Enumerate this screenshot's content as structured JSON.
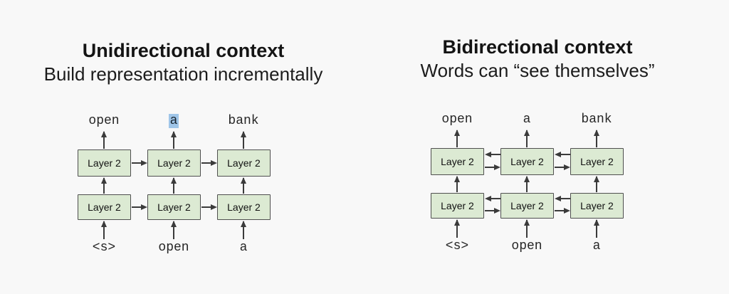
{
  "slide": {
    "colors": {
      "background": "#f8f8f8",
      "box_fill": "#dcead3",
      "box_border": "#4f4f4f",
      "arrow": "#3b3b3b",
      "highlight": "#9fc5e8",
      "text": "#1a1a1a"
    },
    "panels": [
      {
        "title": "Unidirectional context",
        "subtitle": "Build representation incrementally",
        "diagram": {
          "top_words": [
            "open",
            "a",
            "bank"
          ],
          "highlighted_top_word": "a",
          "box_label": "Layer 2",
          "bottom_words": [
            "<s>",
            "open",
            "a"
          ],
          "horizontal_connections": "left-to-right"
        }
      },
      {
        "title": "Bidirectional context",
        "subtitle": "Words can “see themselves”",
        "diagram": {
          "top_words": [
            "open",
            "a",
            "bank"
          ],
          "box_label": "Layer 2",
          "bottom_words": [
            "<s>",
            "open",
            "a"
          ],
          "horizontal_connections": "both-directions"
        }
      }
    ]
  }
}
